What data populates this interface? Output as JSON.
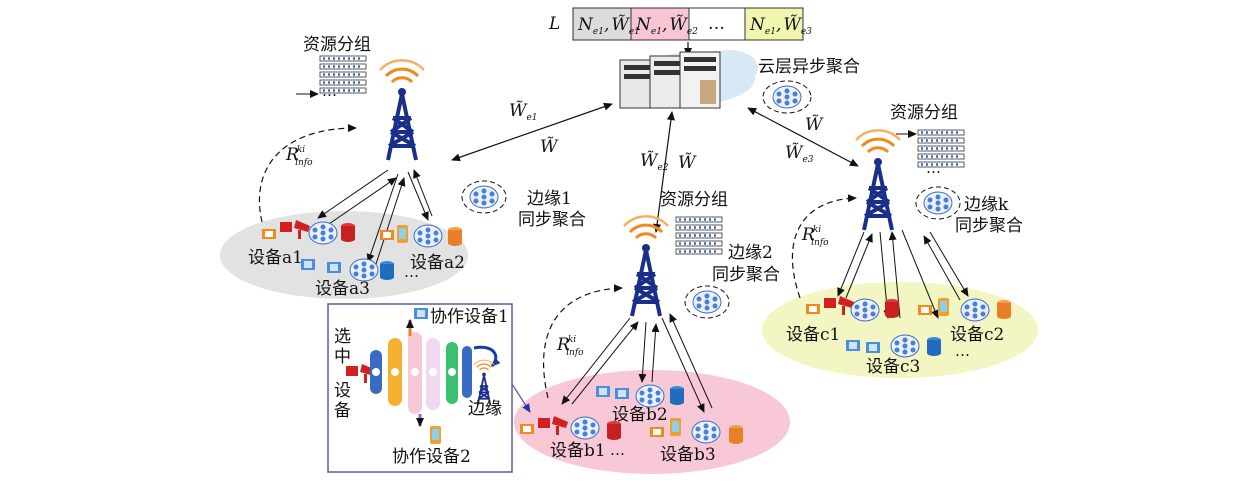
{
  "top_queue": {
    "L_label": "L",
    "cells": [
      {
        "text": "N",
        "sub": "e1",
        "weight": "W̃",
        "wsub": "e1",
        "color": "#dcdcdc"
      },
      {
        "text": "N",
        "sub": "e1",
        "weight": "W̃",
        "wsub": "e2",
        "color": "#f7c6d2"
      },
      {
        "text": "…",
        "color": "#ffffff"
      },
      {
        "text": "N",
        "sub": "e1",
        "weight": "W̃",
        "wsub": "e3",
        "color": "#f0f5b0"
      }
    ]
  },
  "cloud": {
    "label": "云层异步聚合"
  },
  "links": {
    "w_e1": "W̃",
    "w_e1_sub": "e1",
    "w1": "W̃",
    "w_e2": "W̃",
    "w_e2_sub": "e2",
    "w2": "W̃",
    "w_e3": "W̃",
    "w_e3_sub": "e3",
    "w3": "W̃"
  },
  "edges": {
    "a": {
      "resource_label": "资源分组",
      "sync_label_1": "边缘1",
      "sync_label_2": "同步聚合",
      "r_info": "R",
      "r_info_sup": "ki",
      "r_info_sub": "info",
      "devices": [
        "设备a1",
        "设备a2",
        "设备a3"
      ]
    },
    "b": {
      "resource_label": "资源分组",
      "sync_label_1": "边缘2",
      "sync_label_2": "同步聚合",
      "r_info": "R",
      "r_info_sup": "ki",
      "r_info_sub": "info",
      "devices": [
        "设备b1",
        "设备b2",
        "设备b3"
      ]
    },
    "c": {
      "resource_label": "资源分组",
      "sync_label_1": "边缘k",
      "sync_label_2": "同步聚合",
      "r_info": "R",
      "r_info_sup": "ki",
      "r_info_sub": "info",
      "devices": [
        "设备c1",
        "设备c2",
        "设备c3"
      ]
    }
  },
  "ellipsis": "…",
  "inset": {
    "selected_label": [
      "选",
      "中",
      "设",
      "备"
    ],
    "collab_1": "协作设备1",
    "collab_2": "协作设备2",
    "edge": "边缘"
  },
  "colors": {
    "ellipse_a": "#e2e2e2",
    "ellipse_b": "#f8c8d6",
    "ellipse_c": "#f3f6c2",
    "tower": "#1a2f8a",
    "signal": "#f08a1c",
    "inset_border": "#5a5aa8"
  }
}
